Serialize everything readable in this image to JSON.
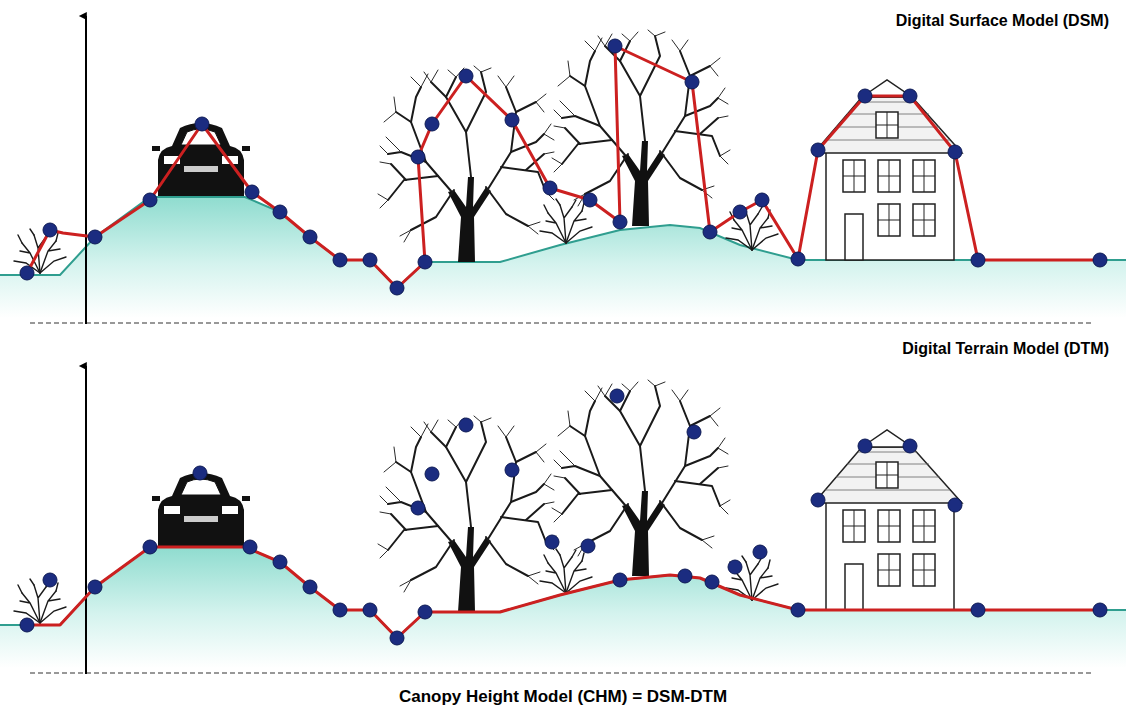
{
  "diagram": {
    "caption": "Canopy Height Model (CHM) = DSM-DTM",
    "labels": [
      "Digital Surface Model (DSM)",
      "Digital Terrain Model (DTM)"
    ]
  }
}
